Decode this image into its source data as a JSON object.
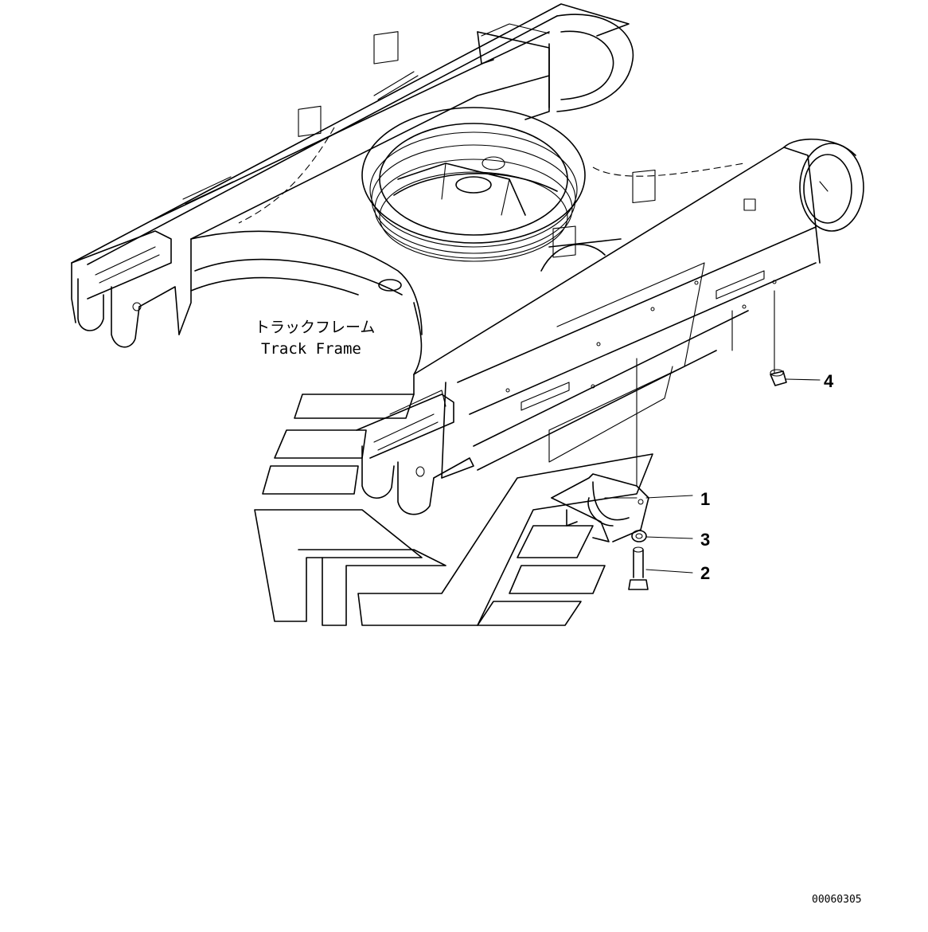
{
  "frame_label": {
    "japanese": "トラックフレーム",
    "english": "Track Frame"
  },
  "callouts": [
    {
      "number": "1",
      "part": "guard-bracket"
    },
    {
      "number": "2",
      "part": "bolt"
    },
    {
      "number": "3",
      "part": "washer"
    },
    {
      "number": "4",
      "part": "plug-cap"
    }
  ],
  "drawing_code": "00060305",
  "colors": {
    "line": "#000000",
    "background": "#ffffff"
  }
}
